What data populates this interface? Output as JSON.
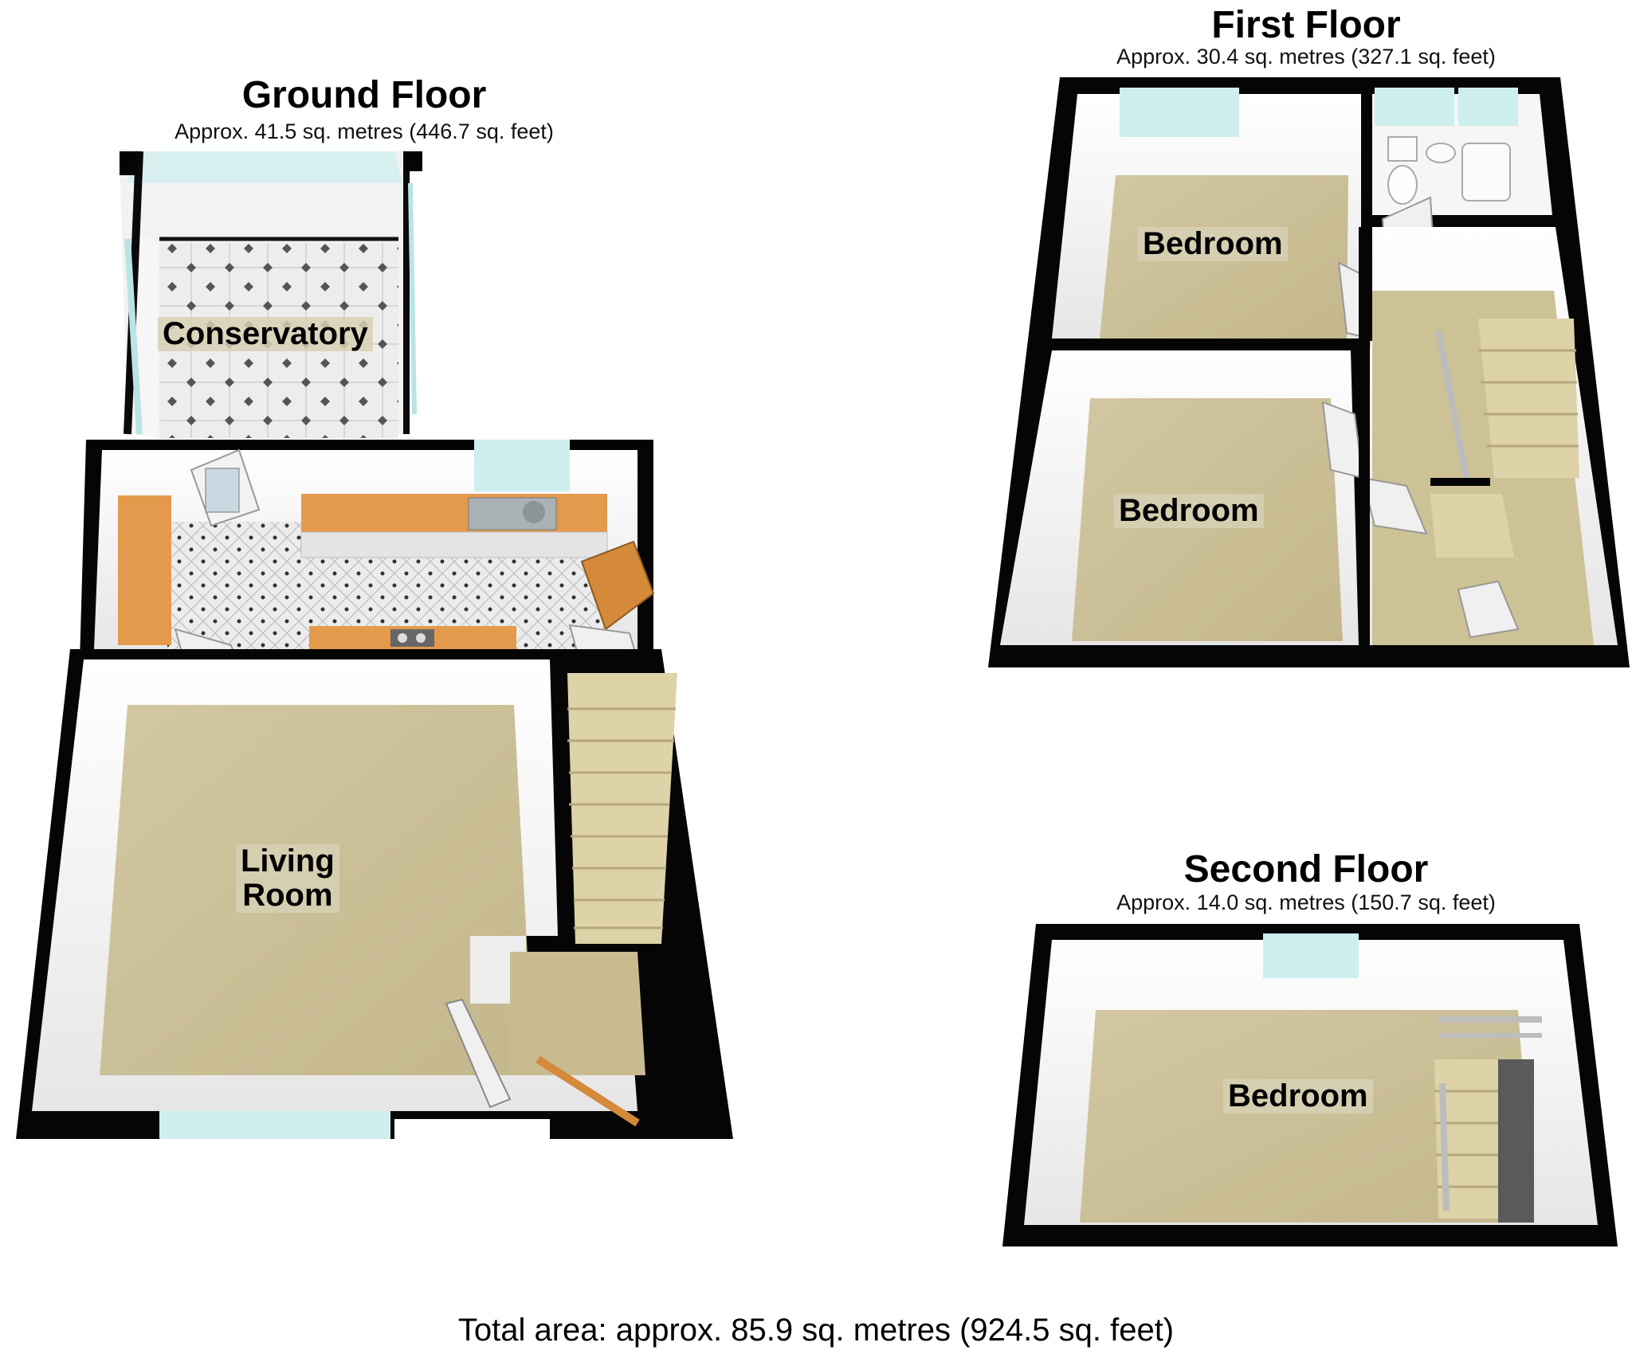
{
  "floors": {
    "ground": {
      "title": "Ground Floor",
      "area": "Approx. 41.5 sq. metres (446.7 sq. feet)",
      "rooms": {
        "conservatory": "Conservatory",
        "living_room_line1": "Living",
        "living_room_line2": "Room"
      }
    },
    "first": {
      "title": "First Floor",
      "area": "Approx. 30.4 sq. metres (327.1 sq. feet)",
      "rooms": {
        "bedroom_a": "Bedroom",
        "bedroom_b": "Bedroom"
      }
    },
    "second": {
      "title": "Second Floor",
      "area": "Approx. 14.0 sq. metres (150.7 sq. feet)",
      "rooms": {
        "bedroom": "Bedroom"
      }
    }
  },
  "total": "Total area: approx. 85.9 sq. metres (924.5 sq. feet)",
  "colors": {
    "wall": "#050505",
    "wall_face": "#f4f4f4",
    "carpet": "#c9bd95",
    "tile": "#eeeeee",
    "worktop": "#e39a4c",
    "window": "#cfeeee",
    "door": "#d48a3a"
  }
}
